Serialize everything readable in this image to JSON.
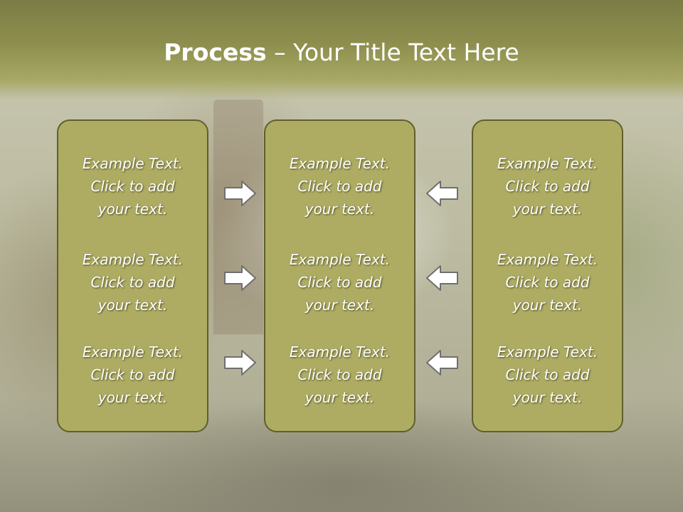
{
  "slide": {
    "title_bold": "Process",
    "title_rest": " – Your Title Text Here"
  },
  "panels": [
    {
      "items": [
        {
          "line1": "Example Text.",
          "line2": "Click  to add",
          "line3": "your text."
        },
        {
          "line1": "Example Text.",
          "line2": "Click  to add",
          "line3": "your text."
        },
        {
          "line1": "Example Text.",
          "line2": "Click  to add",
          "line3": "your text."
        }
      ]
    },
    {
      "items": [
        {
          "line1": "Example Text.",
          "line2": "Click  to add",
          "line3": "your text."
        },
        {
          "line1": "Example Text.",
          "line2": "Click  to add",
          "line3": "your text."
        },
        {
          "line1": "Example Text.",
          "line2": "Click  to add",
          "line3": "your text."
        }
      ]
    },
    {
      "items": [
        {
          "line1": "Example Text.",
          "line2": "Click  to add",
          "line3": "your text."
        },
        {
          "line1": "Example Text.",
          "line2": "Click  to add",
          "line3": "your text."
        },
        {
          "line1": "Example Text.",
          "line2": "Click  to add",
          "line3": "your text."
        }
      ]
    }
  ],
  "arrows": {
    "left_column": [
      "right-arrow-icon",
      "right-arrow-icon",
      "right-arrow-icon"
    ],
    "right_column": [
      "left-arrow-icon",
      "left-arrow-icon",
      "left-arrow-icon"
    ]
  },
  "colors": {
    "header": "#8e8f4e",
    "panel_fill": "#aeac62",
    "panel_border": "#5e5f2c",
    "text": "#ffffff"
  }
}
